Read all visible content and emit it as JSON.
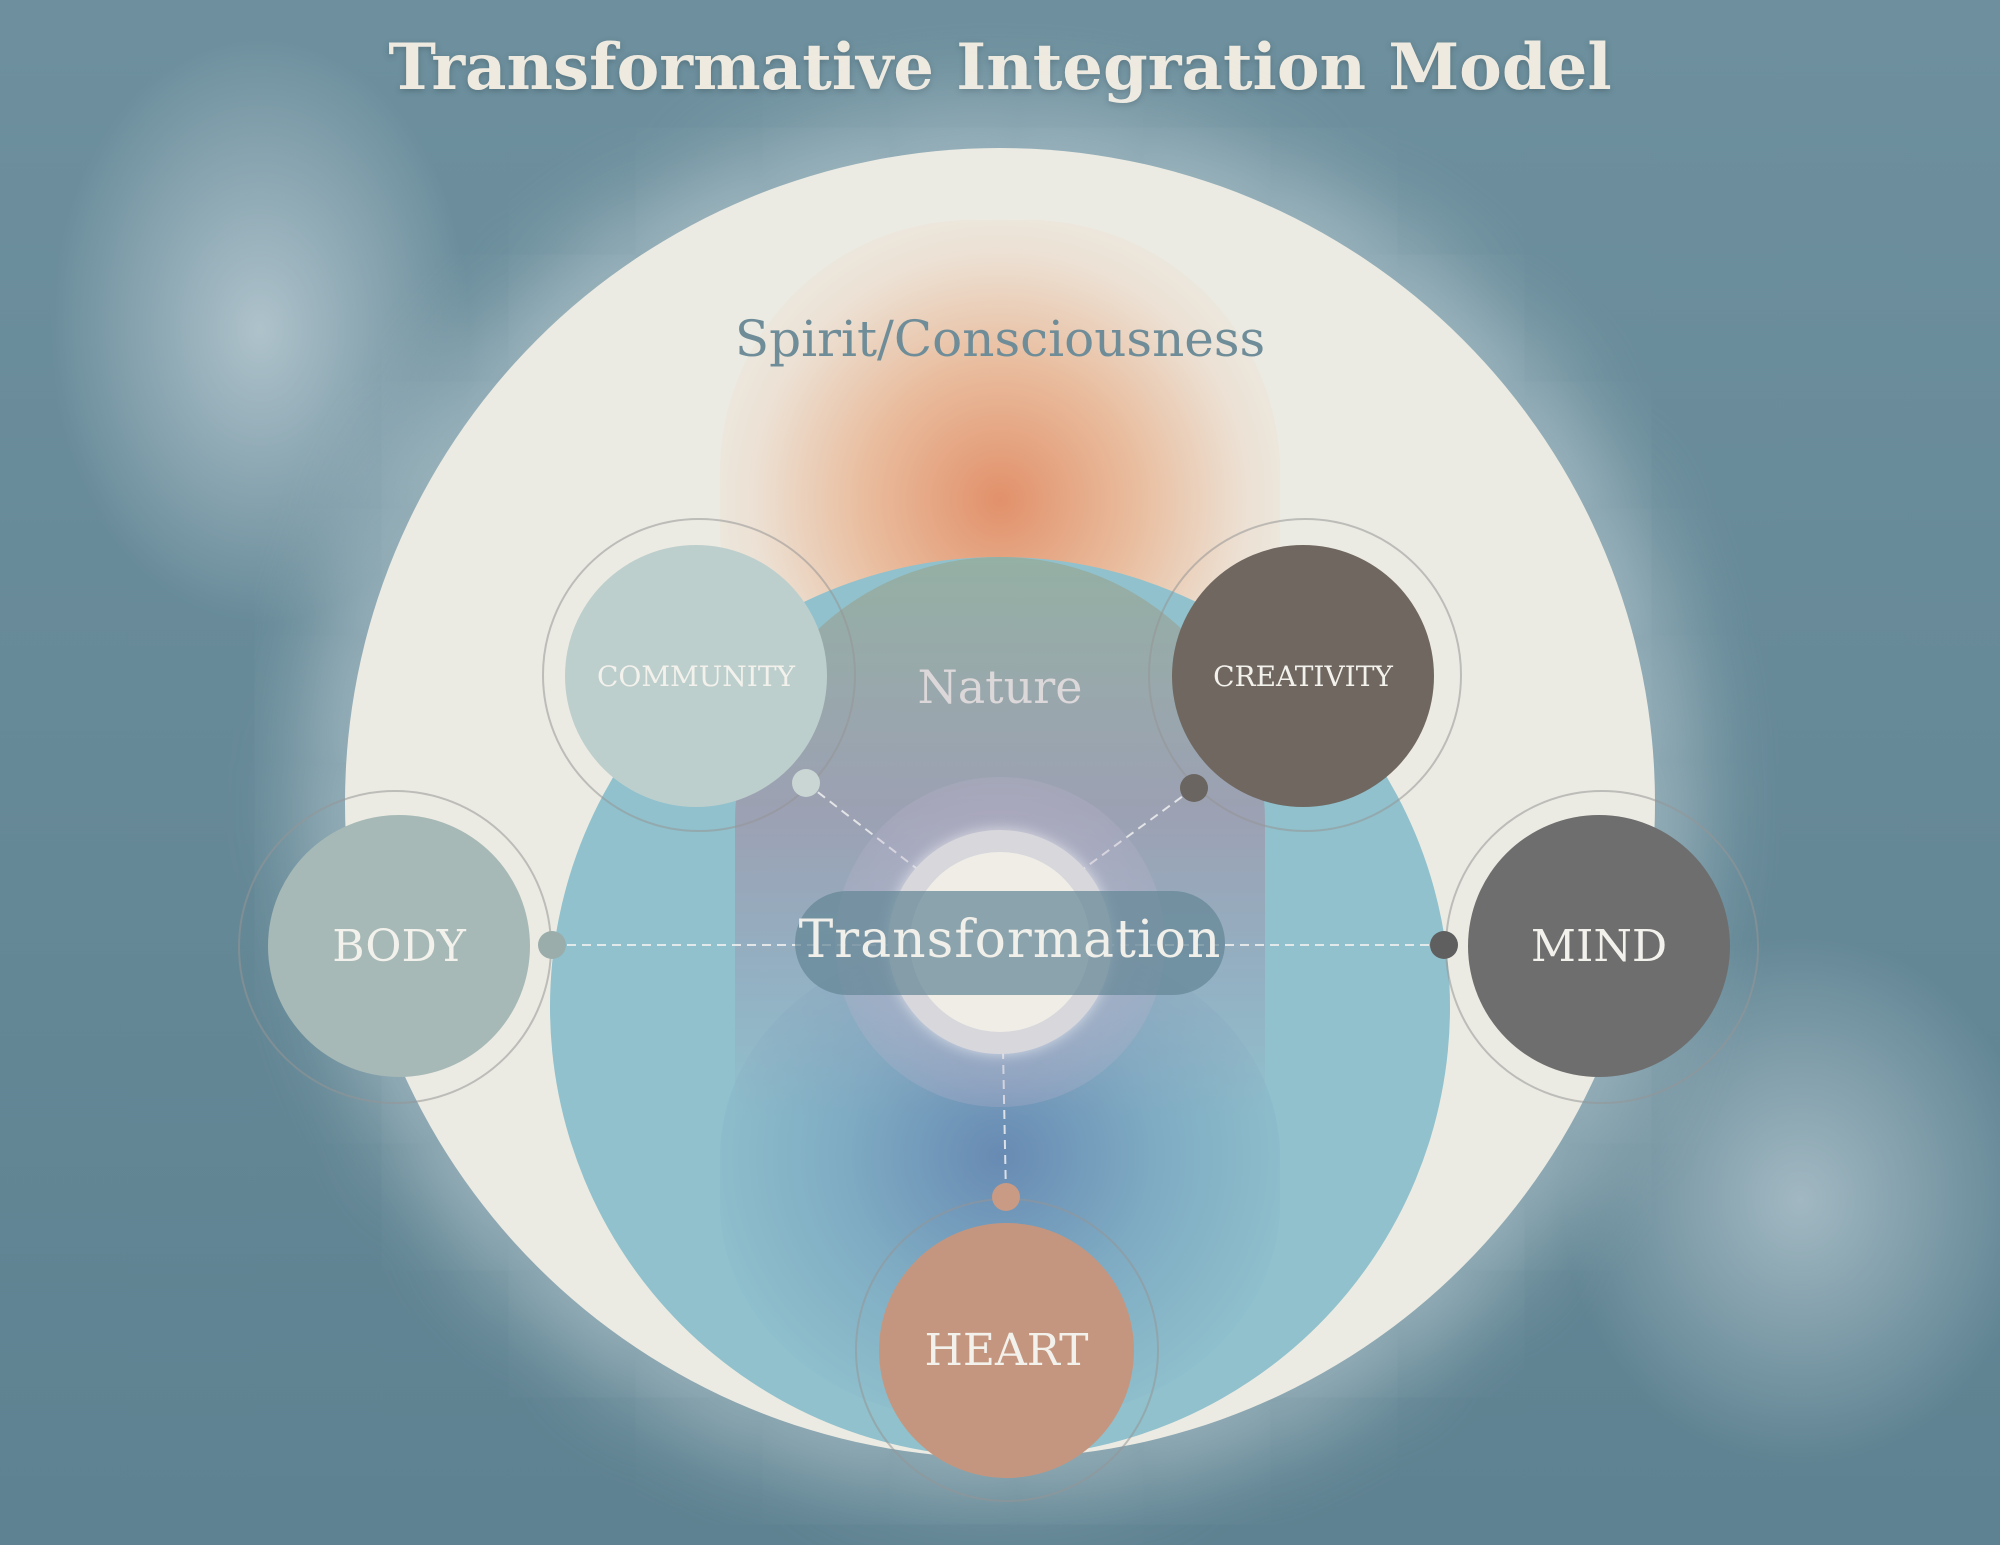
{
  "title": "Transformative Integration Model",
  "layers": {
    "spirit": "Spirit/Consciousness",
    "nature": "Nature",
    "center": "Transformation"
  },
  "nodes": {
    "community": "COMMUNITY",
    "creativity": "CREATIVITY",
    "body": "BODY",
    "mind": "MIND",
    "heart": "HEART"
  },
  "colors": {
    "community": "#bdcfcd",
    "creativity": "#6f6760",
    "body": "#a6b9b6",
    "mind": "#6e6e6e",
    "heart": "#c5967f",
    "background": "#618594",
    "outer_circle": "#ecebe3",
    "inner_circle": "#90c1cd"
  }
}
